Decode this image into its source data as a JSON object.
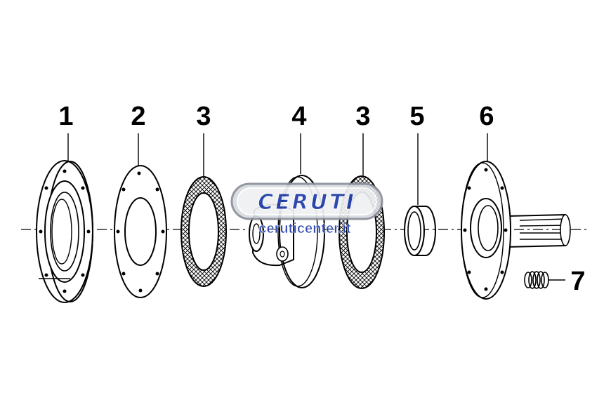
{
  "parts": [
    {
      "number": "1",
      "part": "flange-plate"
    },
    {
      "number": "2",
      "part": "gasket-plate"
    },
    {
      "number": "3",
      "part": "friction-disc"
    },
    {
      "number": "4",
      "part": "hub-plate"
    },
    {
      "number": "3",
      "part": "friction-disc"
    },
    {
      "number": "5",
      "part": "bushing-ring"
    },
    {
      "number": "6",
      "part": "splined-shaft-flange"
    },
    {
      "number": "7",
      "part": "spring"
    }
  ],
  "watermark": {
    "brand": "CERUTI",
    "url": "ceruticenter.it",
    "colors": {
      "brand_fill": "#1f3aa8",
      "brand_outline": "#ffffff",
      "badge_border": "#8a8f98",
      "badge_fill": "#d7dbe0",
      "url": "#1f3aa8"
    }
  },
  "colors": {
    "line": "#000000",
    "background": "#ffffff"
  }
}
